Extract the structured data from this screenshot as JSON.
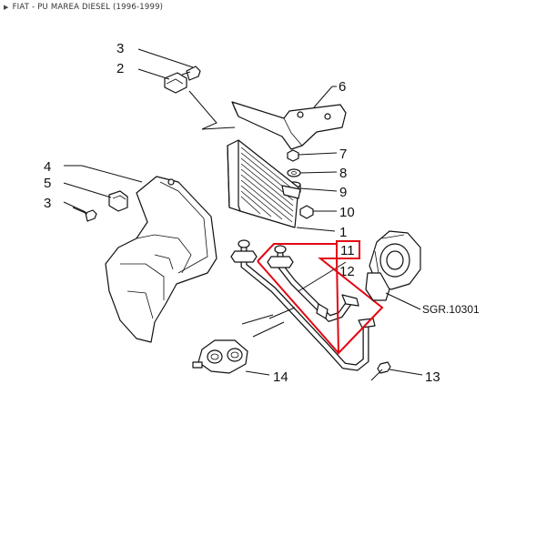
{
  "breadcrumb": {
    "text": "FIAT - PU MAREA DIESEL (1996-1999)"
  },
  "labels": {
    "l1": "1",
    "l2": "2",
    "l3a": "3",
    "l3b": "3",
    "l4": "4",
    "l5": "5",
    "l6": "6",
    "l7": "7",
    "l8": "8",
    "l9": "9",
    "l10": "10",
    "l11": "11",
    "l12": "12",
    "l13": "13",
    "l14": "14"
  },
  "reference": "SGR.10301",
  "highlight_color": "#e30613"
}
